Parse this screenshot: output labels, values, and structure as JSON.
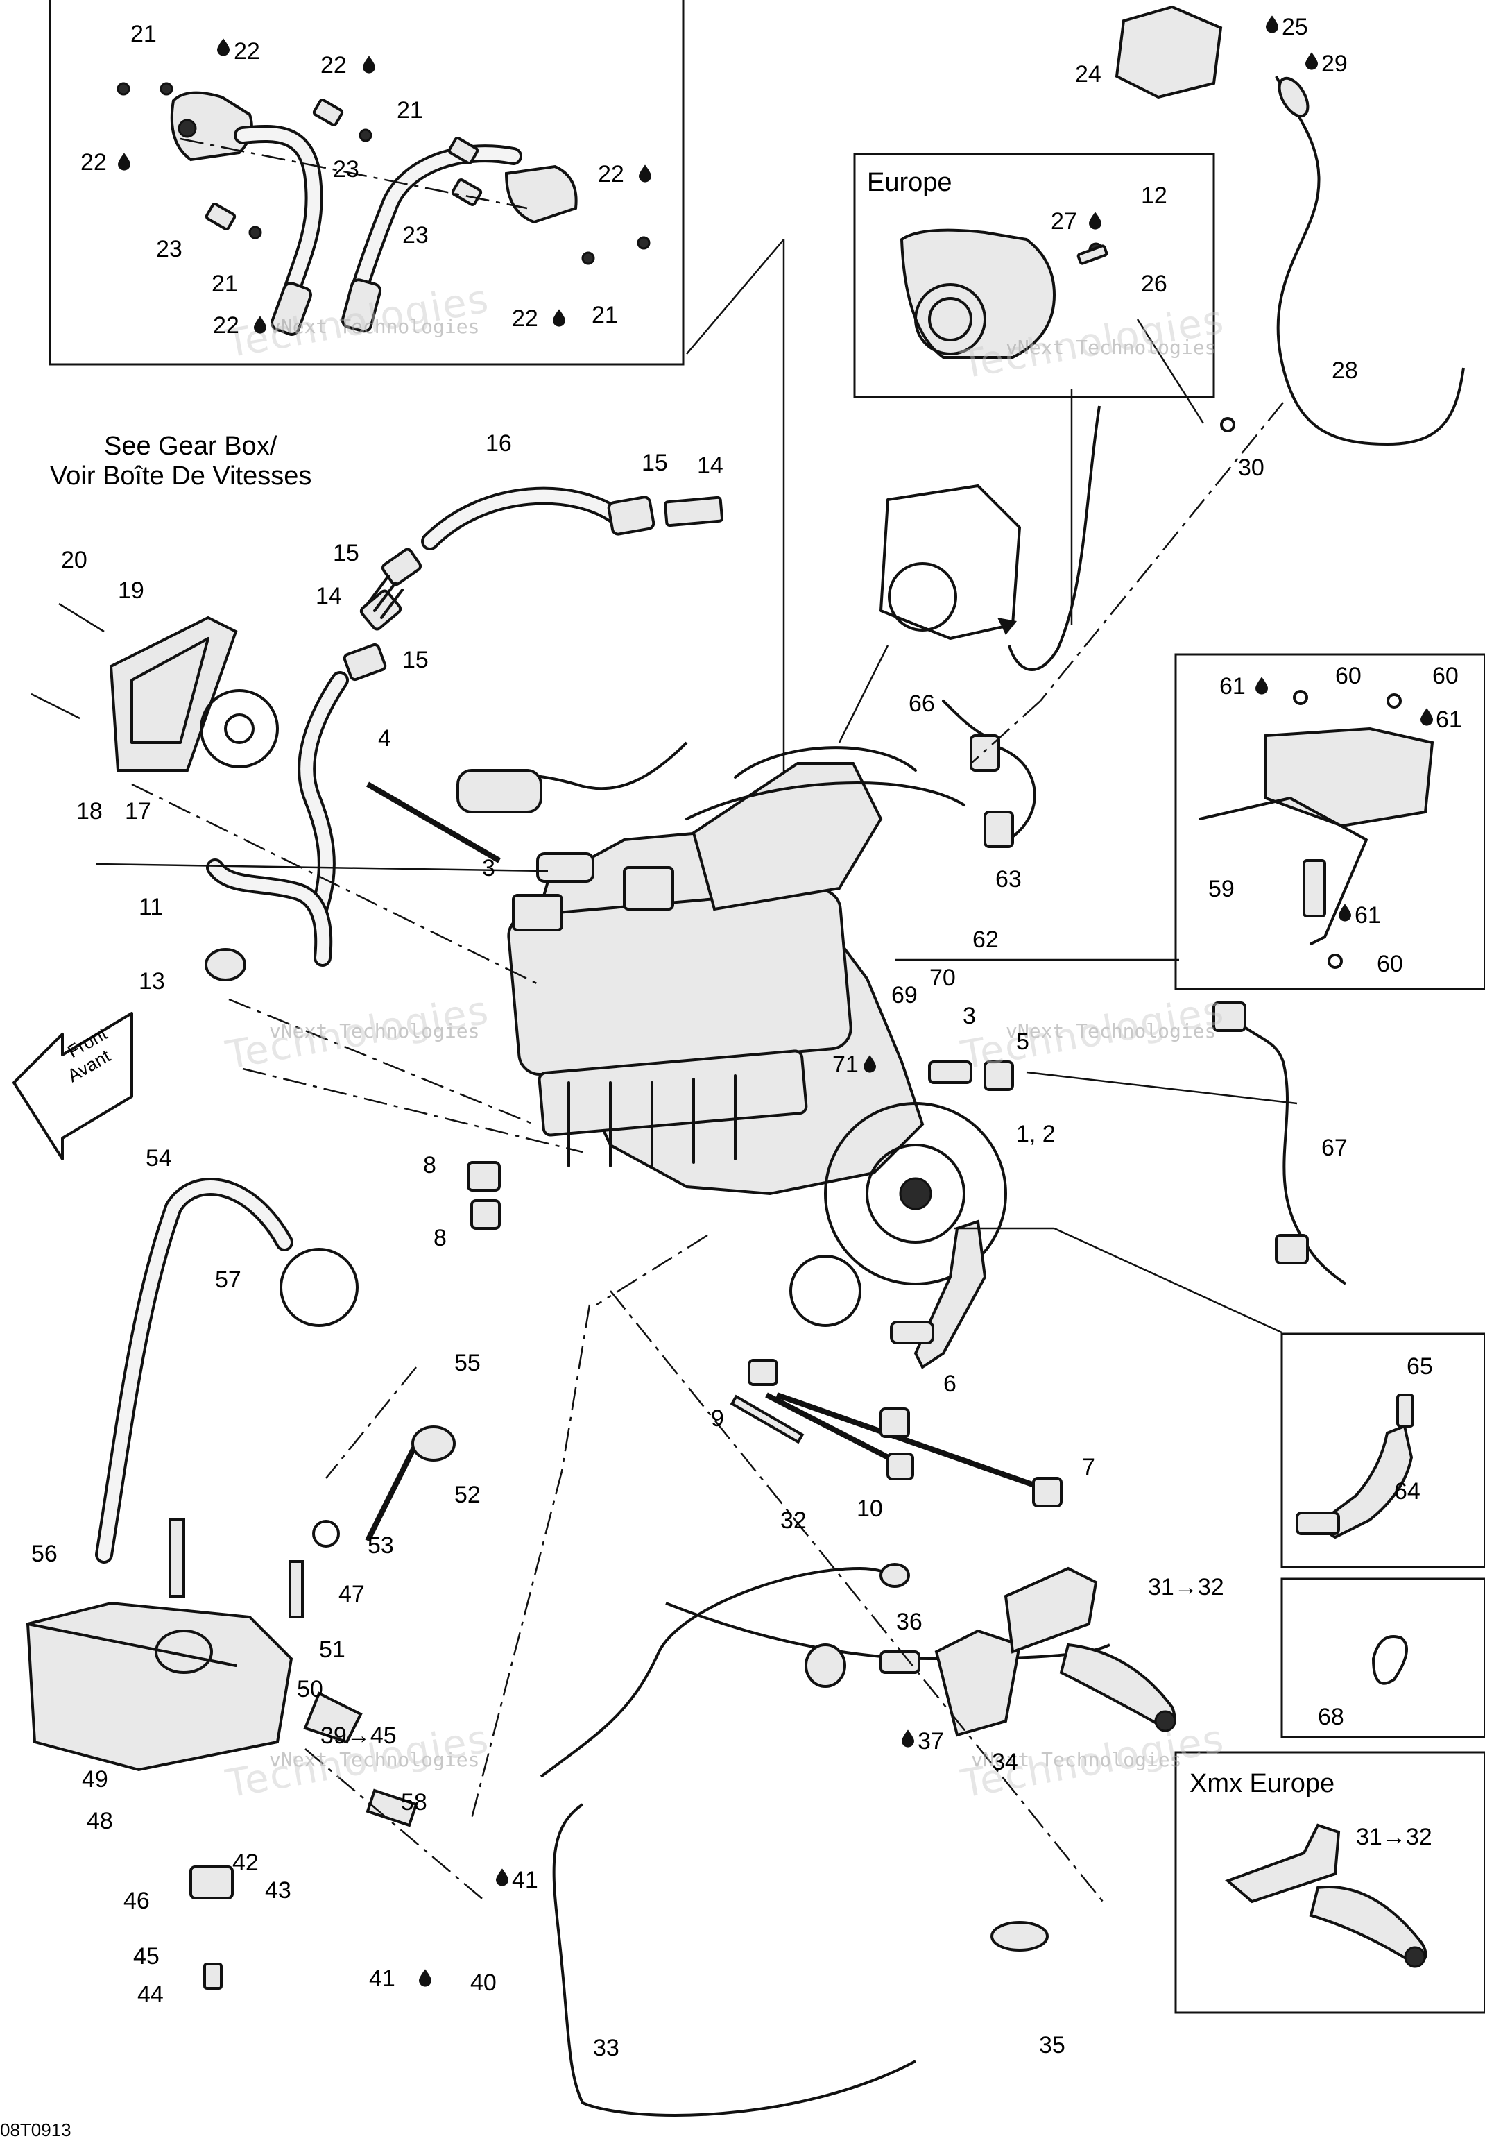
{
  "diagram_code": "08T0913",
  "callouts": {
    "c1_2": "1, 2",
    "c3a": "3",
    "c3b": "3",
    "c4": "4",
    "c5": "5",
    "c6": "6",
    "c7": "7",
    "c8a": "8",
    "c8b": "8",
    "c9": "9",
    "c10": "10",
    "c11": "11",
    "c12": "12",
    "c13": "13",
    "c14a": "14",
    "c14b": "14",
    "c15a": "15",
    "c15b": "15",
    "c15c": "15",
    "c16": "16",
    "c17": "17",
    "c18": "18",
    "c19": "19",
    "c20": "20",
    "c21a": "21",
    "c21b": "21",
    "c21c": "21",
    "c21d": "21",
    "c22a": "22",
    "c22b": "22",
    "c22c": "22",
    "c22d": "22",
    "c22e": "22",
    "c22f": "22",
    "c23a": "23",
    "c23b": "23",
    "c23c": "23",
    "c24": "24",
    "c25": "25",
    "c26": "26",
    "c27": "27",
    "c28": "28",
    "c29": "29",
    "c30": "30",
    "c31_32a": "31→32",
    "c31_32b": "31→32",
    "c32": "32",
    "c33": "33",
    "c34": "34",
    "c35": "35",
    "c36": "36",
    "c37": "37",
    "c39_45": "39→45",
    "c40": "40",
    "c41a": "41",
    "c41b": "41",
    "c42": "42",
    "c43": "43",
    "c44": "44",
    "c45": "45",
    "c46": "46",
    "c47": "47",
    "c48": "48",
    "c49": "49",
    "c50": "50",
    "c51": "51",
    "c52": "52",
    "c53": "53",
    "c54": "54",
    "c55": "55",
    "c56": "56",
    "c57": "57",
    "c58": "58",
    "c59": "59",
    "c60a": "60",
    "c60b": "60",
    "c60c": "60",
    "c61a": "61",
    "c61b": "61",
    "c61c": "61",
    "c62": "62",
    "c63": "63",
    "c64": "64",
    "c65": "65",
    "c66": "66",
    "c67": "67",
    "c68": "68",
    "c69": "69",
    "c70": "70",
    "c71": "71"
  },
  "notes": {
    "gear_box_en": "See Gear Box/",
    "gear_box_fr": "Voir Boîte De Vitesses",
    "front_en": "Front",
    "front_fr": "Avant"
  },
  "inset_titles": {
    "europe": "Europe",
    "xmx_europe": "Xmx Europe"
  },
  "watermark": {
    "line1": "vNext Technologies",
    "line2": "vNext",
    "line3": "Technologies"
  },
  "icons": {
    "drop_icon": "oil-drop-icon",
    "front_arrow": "front-arrow-icon"
  },
  "colors": {
    "ink": "#111111",
    "paper": "#ffffff",
    "watermark": "#9a9a9a"
  }
}
